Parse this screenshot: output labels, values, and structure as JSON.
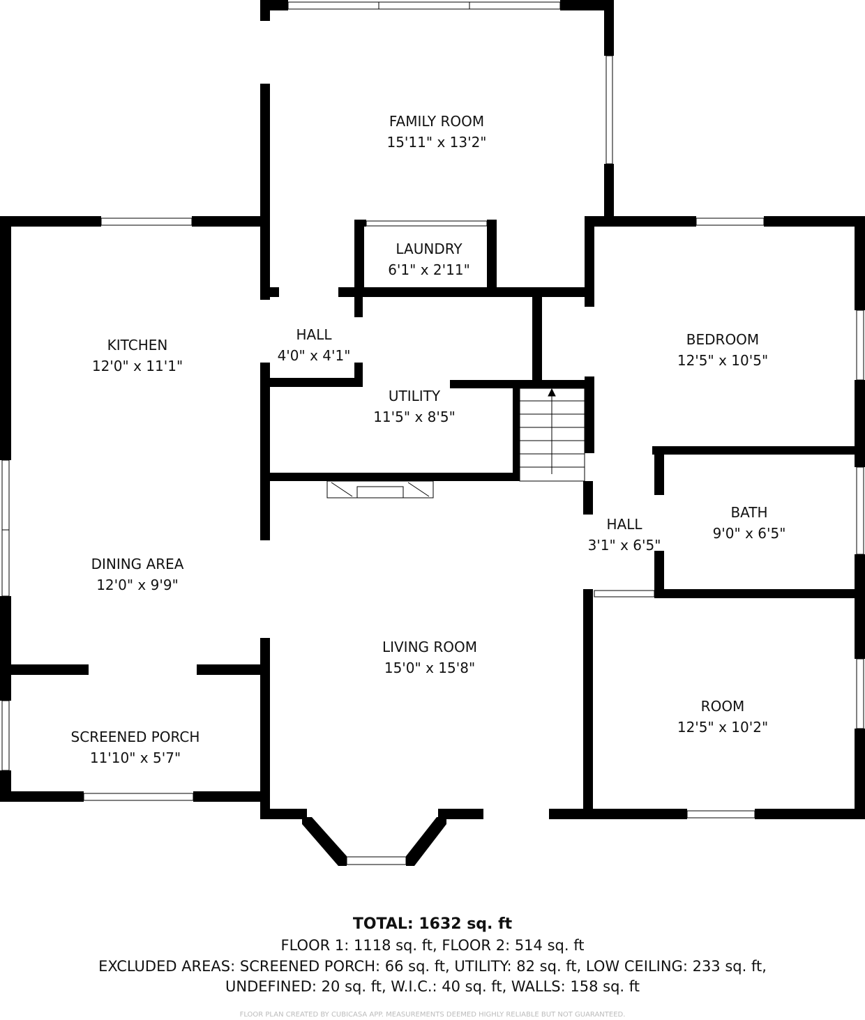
{
  "rooms": {
    "family_room": {
      "name": "FAMILY ROOM",
      "size": "15'11\" x 13'2\""
    },
    "laundry": {
      "name": "LAUNDRY",
      "size": "6'1\" x 2'11\""
    },
    "hall_1": {
      "name": "HALL",
      "size": "4'0\" x 4'1\""
    },
    "utility": {
      "name": "UTILITY",
      "size": "11'5\" x 8'5\""
    },
    "kitchen": {
      "name": "KITCHEN",
      "size": "12'0\" x 11'1\""
    },
    "dining_area": {
      "name": "DINING AREA",
      "size": "12'0\" x 9'9\""
    },
    "screened_porch": {
      "name": "SCREENED PORCH",
      "size": "11'10\" x 5'7\""
    },
    "living_room": {
      "name": "LIVING ROOM",
      "size": "15'0\" x 15'8\""
    },
    "bedroom": {
      "name": "BEDROOM",
      "size": "12'5\" x 10'5\""
    },
    "hall_2": {
      "name": "HALL",
      "size": "3'1\" x 6'5\""
    },
    "bath": {
      "name": "BATH",
      "size": "9'0\" x 6'5\""
    },
    "room": {
      "name": "ROOM",
      "size": "12'5\" x 10'2\""
    }
  },
  "summary": {
    "total": "TOTAL: 1632 sq. ft",
    "floors": "FLOOR 1: 1118 sq. ft, FLOOR 2: 514 sq. ft",
    "excluded_1": "EXCLUDED AREAS: SCREENED PORCH: 66 sq. ft, UTILITY: 82 sq. ft, LOW CEILING: 233 sq. ft,",
    "excluded_2": "UNDEFINED: 20 sq. ft, W.I.C.: 40 sq. ft, WALLS: 158 sq. ft"
  },
  "credit": "FLOOR PLAN CREATED BY CUBICASA APP. MEASUREMENTS DEEMED HIGHLY RELIABLE BUT NOT GUARANTEED.",
  "colors": {
    "wall": "#000000",
    "background": "#ffffff"
  }
}
